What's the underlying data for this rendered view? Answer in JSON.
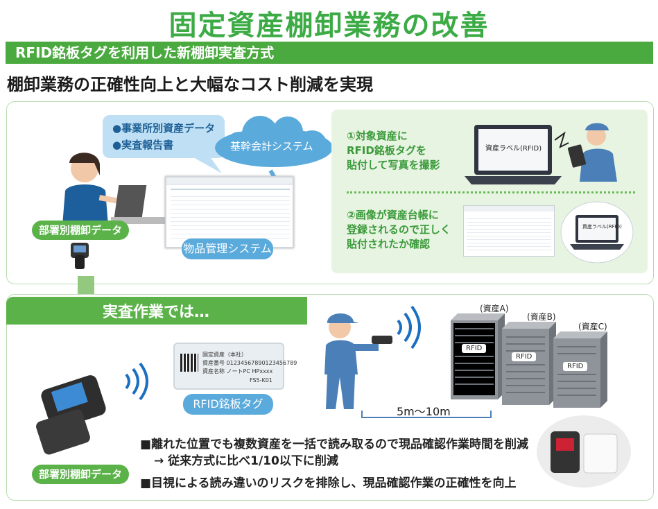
{
  "title": "固定資産棚卸業務の改善",
  "bar_label": "RFID銘板タグを利用した新棚卸実査方式",
  "subtitle": "棚卸業務の正確性向上と大幅なコスト削減を実現",
  "top": {
    "bubble_items": [
      "●事業所別資産データ",
      "●実査報告書"
    ],
    "cloud_label": "基幹会計システム",
    "dept_label": "部署別棚卸データ",
    "system_label": "物品管理システム",
    "step1": [
      "①対象資産に",
      "RFID銘板タグを",
      "貼付して写真を撮影"
    ],
    "step1_screen": "資産ラベル(RFID)",
    "step2": [
      "②画像が資産台帳に",
      "登録されるので正しく",
      "貼付されたか確認"
    ],
    "step2_screen": "資産ラベル(RFID)"
  },
  "bottom": {
    "section_title": "実査作業では…",
    "tag_label": "RFID銘板タグ",
    "tag_lines": [
      "固定資産（本社）",
      "資産番号 01234567890123456789",
      "資産名称 ノートPC HPxxxx"
    ],
    "tag_small": "FS5-K01",
    "dept_label": "部署別棚卸データ",
    "distance": "5m～10m",
    "racks": [
      {
        "label": "(資産A)",
        "rfid": "RFID"
      },
      {
        "label": "(資産B)",
        "rfid": "RFID"
      },
      {
        "label": "(資産C)",
        "rfid": "RFID"
      }
    ],
    "bullets": [
      "■離れた位置でも複数資産を一括で読み取るので現品確認作業時間を削減",
      "→ 従来方式に比べ1/10以下に削減",
      "■目視による読み違いのリスクを排除し、現品確認作業の正確性を向上"
    ]
  },
  "colors": {
    "brand_green": "#3cab45",
    "bar_green": "#4aaa3f",
    "panel_green": "#e8f4e2",
    "accent_blue": "#5aaadc"
  }
}
